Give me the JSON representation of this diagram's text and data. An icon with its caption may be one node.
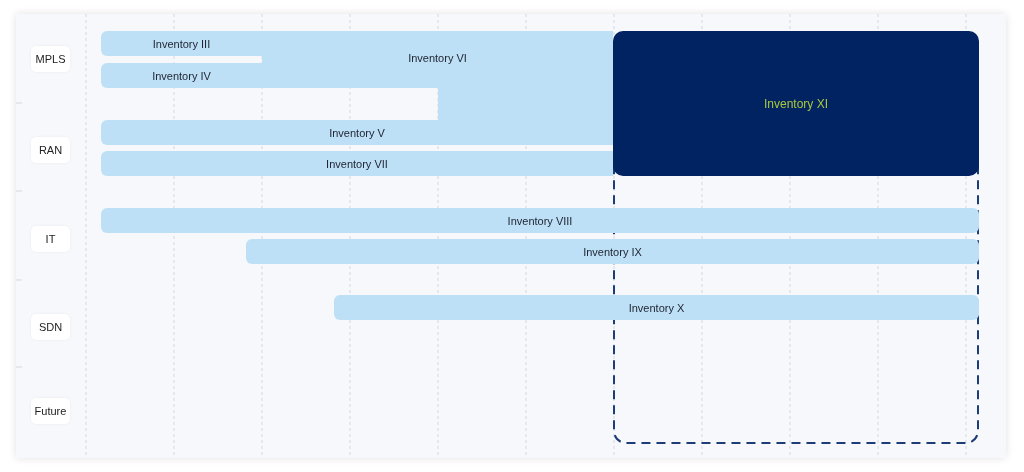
{
  "diagram": {
    "nodes": [
      {
        "text": [
          "MPLS"
        ]
      },
      {
        "text": [
          "RAN"
        ]
      },
      {
        "text": [
          "IT"
        ]
      },
      {
        "text": [
          "SDN"
        ]
      },
      {
        "text": [
          "Future"
        ]
      },
      {
        "text": [
          "Inventory III"
        ]
      },
      {
        "text": [
          "Inventory IV"
        ]
      },
      {
        "text": [
          "Inventory VI"
        ]
      },
      {
        "text": [
          "Inventory V"
        ]
      },
      {
        "text": [
          "Inventory VII"
        ]
      },
      {
        "text": [],
        "shape": "box"
      },
      {
        "text": [
          "Inventory XI"
        ],
        "in": 10
      },
      {
        "text": [
          "Inventory VIII"
        ]
      },
      {
        "text": [
          "Inventory IX"
        ]
      },
      {
        "text": [
          "Inventory X"
        ]
      }
    ]
  }
}
